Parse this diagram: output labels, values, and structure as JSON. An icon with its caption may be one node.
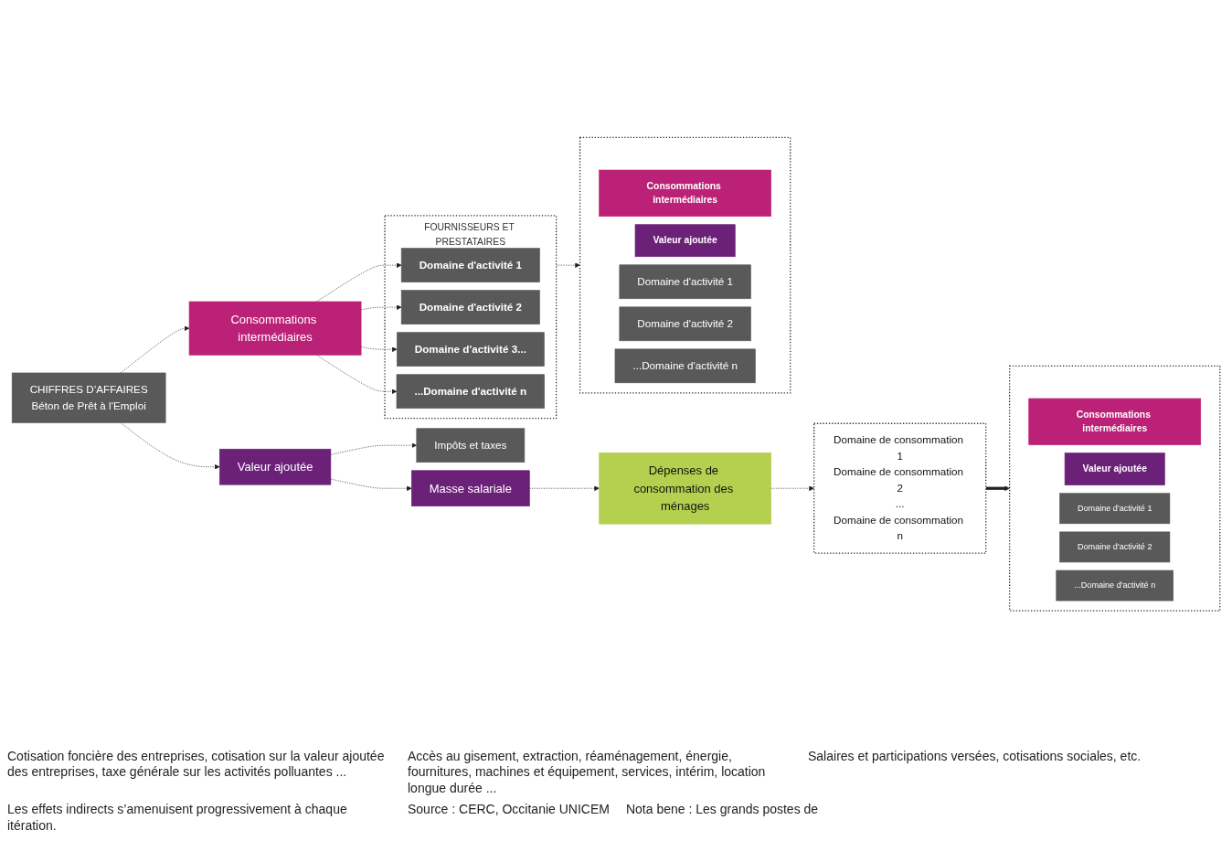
{
  "diagram": {
    "nodes": [
      {
        "text": [
          "Impôts et taxes"
        ]
      },
      {
        "text": [
          "Masse salariale"
        ]
      },
      {
        "text": [
          "Valeur ajoutée"
        ]
      },
      {
        "text": [
          "Consommations intermédiaires"
        ]
      },
      {
        "text": [
          "CHIFFRES D’AFFAIRES",
          "Béton de Prêt à l’Emploi"
        ]
      },
      {
        "text": [
          "FOURNISSEURS ET PRESTATAIRES"
        ]
      },
      {
        "text": [
          "Domaine d'activité 1"
        ],
        "in": 5
      },
      {
        "text": [
          "Domaine d'activité 2"
        ],
        "in": 5
      },
      {
        "text": [
          "Domaine d'activité 3..."
        ],
        "in": 5
      },
      {
        "text": [
          "...Domaine d'activité n"
        ],
        "in": 5
      },
      {
        "text": [],
        "shape": "box"
      },
      {
        "text": [
          "Consommations intermédiaires"
        ],
        "in": 10
      },
      {
        "text": [
          "Valeur ajoutée"
        ],
        "in": 10
      },
      {
        "text": [
          "Domaine d'activité 1"
        ],
        "in": 10
      },
      {
        "text": [
          "Domaine d'activité 2"
        ],
        "in": 10
      },
      {
        "text": [
          "...Domaine d'activité n"
        ],
        "in": 10
      },
      {
        "text": [],
        "shape": "box"
      },
      {
        "text": [
          "Consommations intermédiaires"
        ],
        "in": 16
      },
      {
        "text": [
          "Valeur ajoutée"
        ],
        "in": 16
      },
      {
        "text": [
          "Domaine d'activité 1"
        ],
        "in": 16
      },
      {
        "text": [
          "Domaine d'activité 2"
        ],
        "in": 16
      },
      {
        "text": [
          "...Domaine d'activité n"
        ],
        "in": 16
      },
      {
        "text": [
          "Dépenses de consommation des ménages"
        ]
      },
      {
        "text": [
          "Domaine de consommation 1",
          "Domaine de consommation 2",
          "...",
          "Domaine de consommation n"
        ]
      }
    ],
    "edges": [
      {
        "from": 2,
        "to": 0,
        "arrow": "to",
        "style": "dashed"
      },
      {
        "from": 2,
        "to": 1,
        "arrow": "to",
        "style": "dashed"
      },
      {
        "from": 4,
        "to": 2,
        "arrow": "to",
        "style": "dashed"
      },
      {
        "from": 4,
        "to": 3,
        "arrow": "to",
        "style": "dashed"
      },
      {
        "from": 3,
        "to": 6,
        "arrow": "to",
        "style": "dashed"
      },
      {
        "from": 3,
        "to": 7,
        "arrow": "to",
        "style": "dashed"
      },
      {
        "from": 3,
        "to": 8,
        "arrow": "to",
        "style": "dashed"
      },
      {
        "from": 3,
        "to": 9,
        "arrow": "to",
        "style": "dashed"
      },
      {
        "from": 5,
        "to": 10,
        "arrow": "to",
        "style": "dashed"
      },
      {
        "from": 1,
        "to": 22,
        "arrow": "to",
        "style": "dashed"
      },
      {
        "from": 22,
        "to": 23,
        "arrow": "to",
        "style": "dashed"
      },
      {
        "from": 23,
        "to": 16,
        "arrow": "to",
        "style": "thick"
      }
    ],
    "labels": [
      "Cotisation foncière des entreprises, cotisation sur la valeur ajoutée des entreprises, taxe générale sur les activités polluantes ...",
      "Accès au gisement, extraction, réaménagement, énergie, fournitures, machines et équipement, services, intérim, location longue durée ...",
      "Salaires et participations versées, cotisations sociales, etc.",
      "Les effets indirects s’amenuisent progressivement à chaque itération.",
      "Source : CERC, Occitanie UNICEM",
      "Nota bene : Les grands postes de"
    ]
  }
}
